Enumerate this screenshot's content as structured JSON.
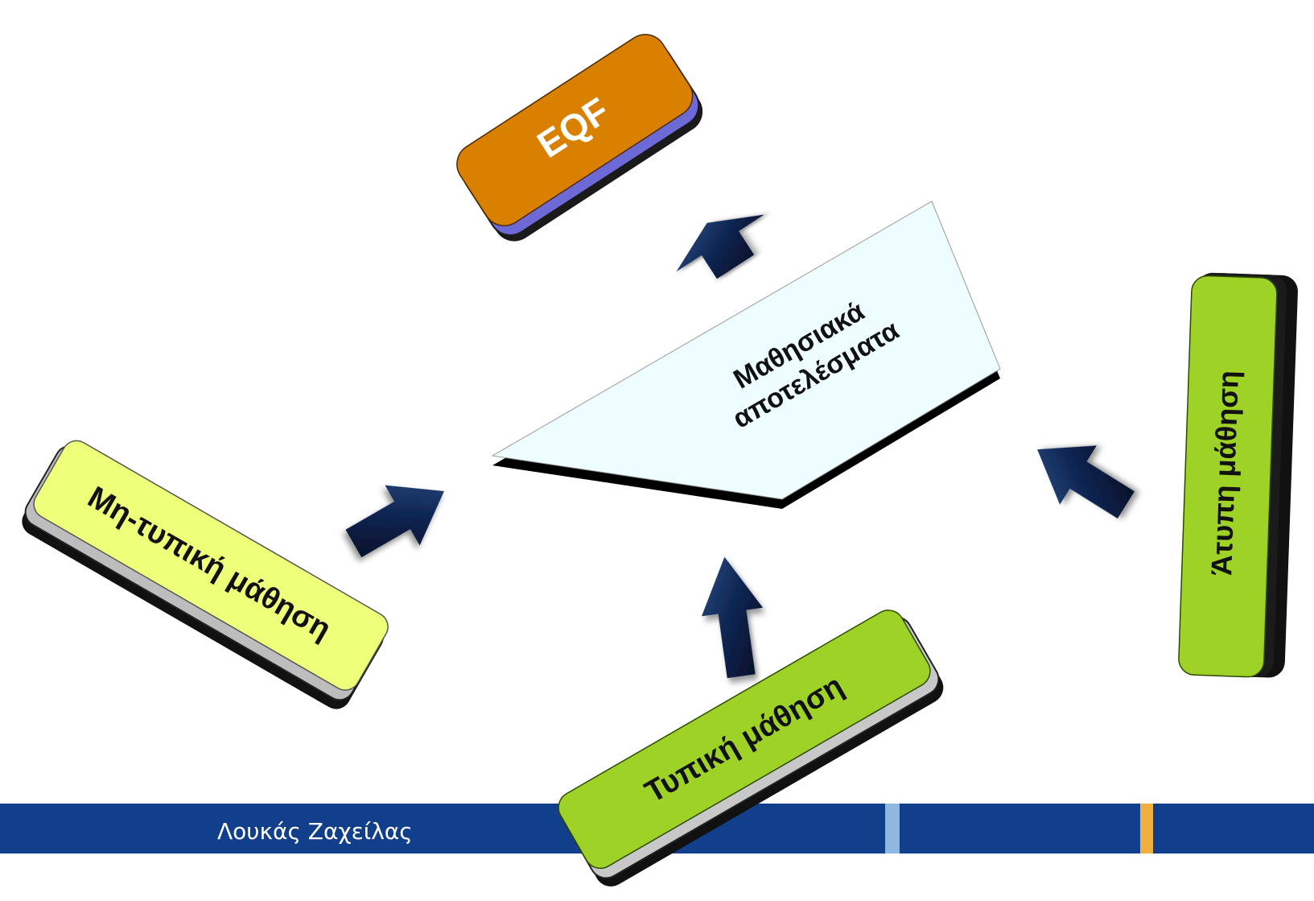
{
  "nodes": {
    "eqf": {
      "label": "EQF",
      "color": "#d98000"
    },
    "learning_outcomes": {
      "label_line1": "Μαθησιακά",
      "label_line2": "αποτελέσματα",
      "color": "#eefdff"
    },
    "non_formal": {
      "label": "Μη-τυπική μάθηση",
      "color": "#eeff7a"
    },
    "informal": {
      "label": "Άτυπη μάθηση",
      "color": "#9ed227"
    },
    "formal": {
      "label": "Τυπική μάθηση",
      "color": "#9ed227"
    }
  },
  "arrows": [
    {
      "from": "learning_outcomes",
      "to": "eqf"
    },
    {
      "from": "non_formal",
      "to": "learning_outcomes"
    },
    {
      "from": "formal",
      "to": "learning_outcomes"
    },
    {
      "from": "informal",
      "to": "learning_outcomes"
    }
  ],
  "footer": {
    "author": "Λουκάς Ζαχείλας",
    "bar_color": "#123f8c",
    "accent_blue": "#8fb8e0",
    "accent_orange": "#f0b040"
  }
}
